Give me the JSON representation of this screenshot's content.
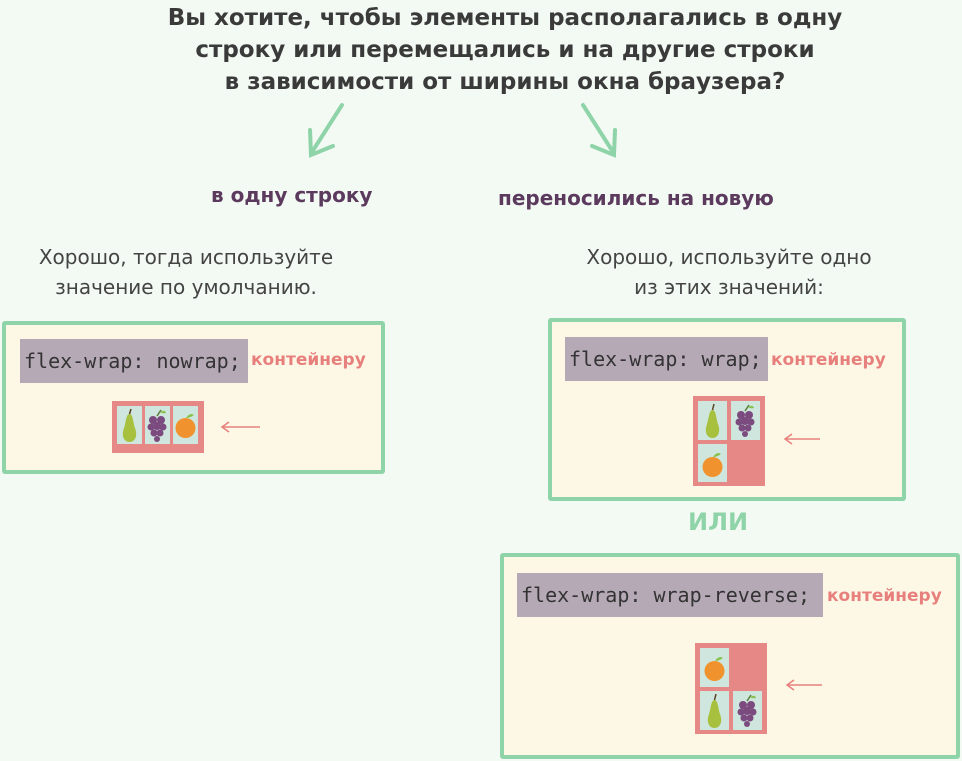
{
  "question": {
    "line1": "Вы хотите, чтобы элементы располагались в одну",
    "line2": "строку или перемещались и на другие строки",
    "line3": "в зависимости от ширины окна браузера?"
  },
  "left": {
    "branch_label": "в одну строку",
    "hint_line1": "Хорошо, тогда используйте",
    "hint_line2": "значение по умолчанию.",
    "code": "flex-wrap: nowrap;",
    "selector": "контейнеру"
  },
  "right": {
    "branch_label": "переносились на новую",
    "hint_line1": "Хорошо, используйте одно",
    "hint_line2": "из этих значений:",
    "code_wrap": "flex-wrap: wrap;",
    "selector_wrap": "контейнеру",
    "or_label": "ИЛИ",
    "code_reverse": "flex-wrap: wrap-reverse;",
    "selector_reverse": "контейнеру"
  },
  "colors": {
    "arrow": "#8fd4a8",
    "panel_border": "#8fd4a8",
    "panel_bg": "#fdf8e6",
    "code_bg": "#b6a9b6",
    "selector": "#e7807d",
    "container": "#e68886",
    "item_bg": "#cfe6de",
    "branch_text": "#5b3a5e"
  },
  "icons": [
    "pear-icon",
    "grapes-icon",
    "orange-icon"
  ]
}
